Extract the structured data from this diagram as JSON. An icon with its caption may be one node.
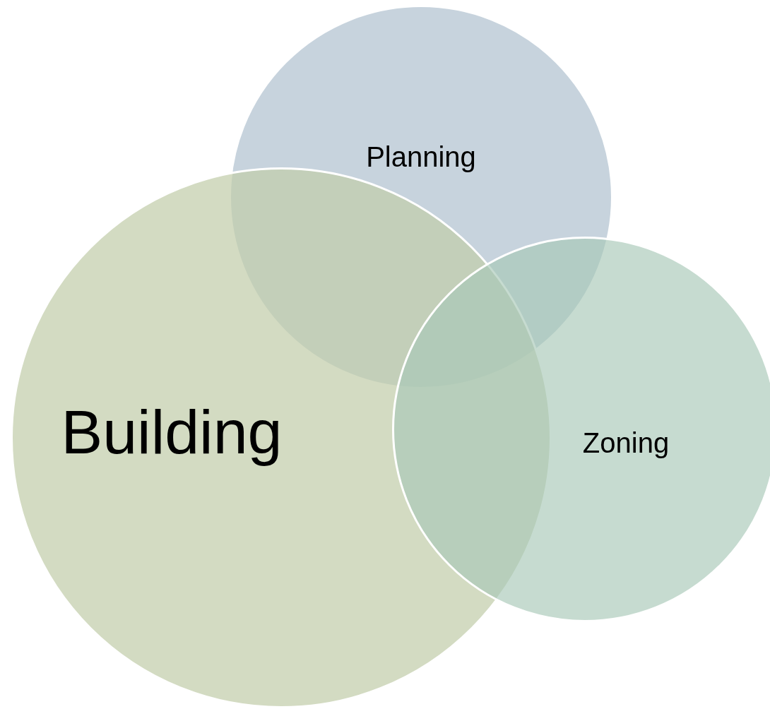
{
  "diagram": {
    "nodes": [
      {
        "text": [
          "Planning"
        ]
      },
      {
        "text": [
          "Building"
        ]
      },
      {
        "text": [
          "Zoning"
        ]
      }
    ]
  }
}
